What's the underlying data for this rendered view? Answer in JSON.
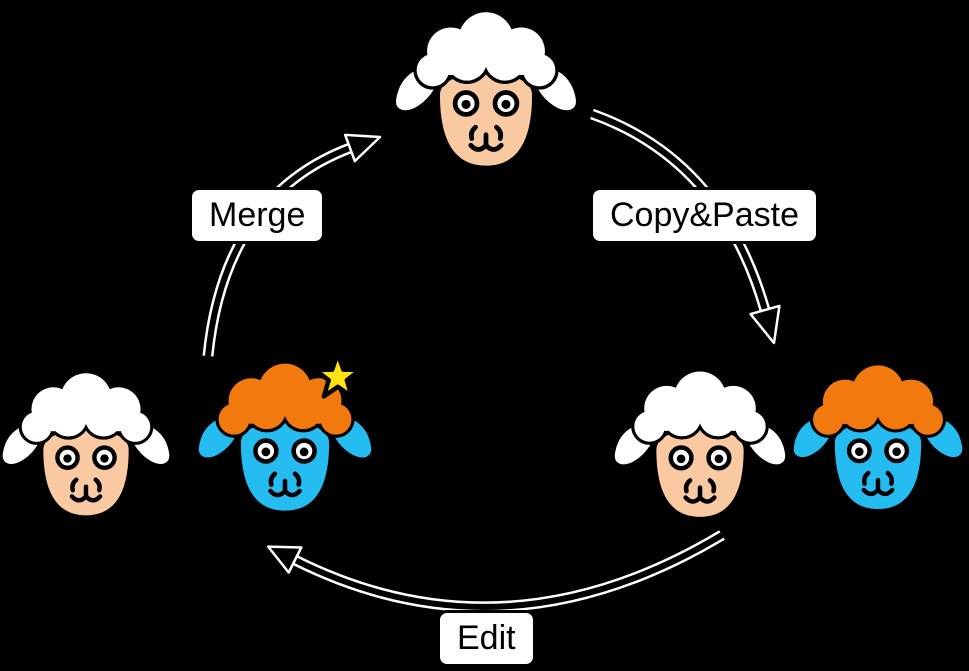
{
  "diagram": {
    "title": "sheep-version-cycle",
    "labels": {
      "merge": "Merge",
      "copy_paste": "Copy&Paste",
      "edit": "Edit"
    },
    "sheep": [
      {
        "id": "top",
        "variant": "white",
        "star": false
      },
      {
        "id": "left-outer",
        "variant": "white",
        "star": false
      },
      {
        "id": "left-inner",
        "variant": "blue",
        "star": true
      },
      {
        "id": "right-inner",
        "variant": "white",
        "star": false
      },
      {
        "id": "right-outer",
        "variant": "blue",
        "star": false
      }
    ],
    "colors": {
      "background": "#000000",
      "outline": "#000000",
      "face_peach": "#F9C9A2",
      "face_blue": "#25BCF2",
      "wool_white": "#FFFFFF",
      "wool_orange": "#F2790D",
      "star_yellow": "#FFE211",
      "label_bg": "#FFFFFF",
      "label_text": "#000000",
      "arrow_edge": "#FFFFFF"
    }
  }
}
